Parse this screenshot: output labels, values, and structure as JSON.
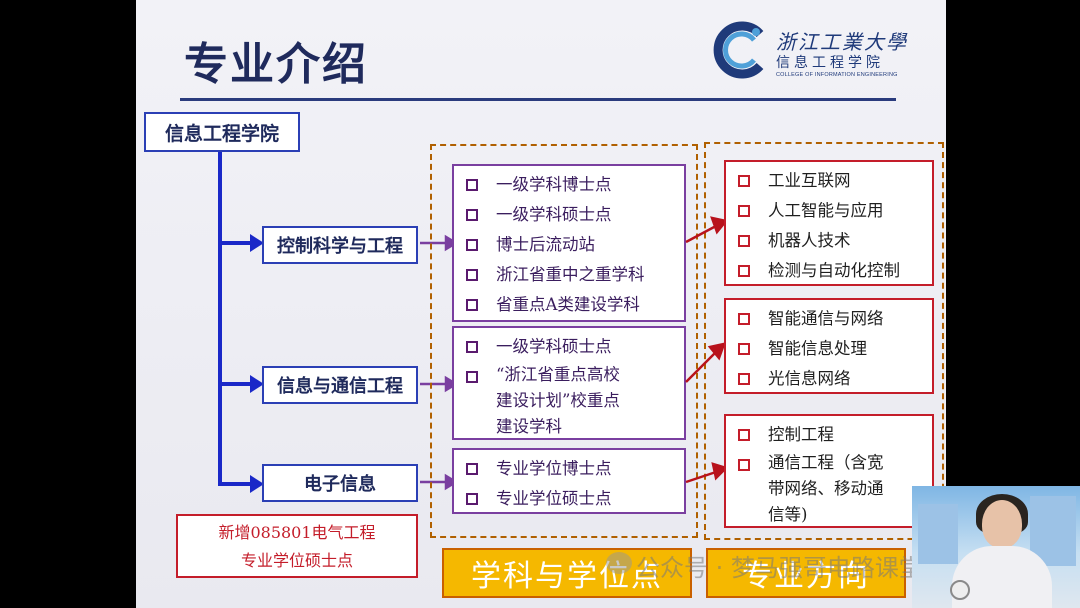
{
  "slide": {
    "title": "专业介绍",
    "logo": {
      "name_cn": "浙江工業大學",
      "college_cn": "信息工程学院",
      "college_en": "COLLEGE OF INFORMATION ENGINEERING"
    },
    "root": "信息工程学院",
    "categories": [
      {
        "name": "控制科学与工程",
        "features": [
          "一级学科博士点",
          "一级学科硕士点",
          "博士后流动站",
          "浙江省重中之重学科",
          "省重点A类建设学科"
        ],
        "directions": [
          "工业互联网",
          "人工智能与应用",
          "机器人技术",
          "检测与自动化控制"
        ]
      },
      {
        "name": "信息与通信工程",
        "features": [
          "一级学科硕士点",
          "“浙江省重点高校\n建设计划”校重点\n建设学科"
        ],
        "directions": [
          "智能通信与网络",
          "智能信息处理",
          "光信息网络"
        ]
      },
      {
        "name": "电子信息",
        "features": [
          "专业学位博士点",
          "专业学位硕士点"
        ],
        "directions": [
          "控制工程",
          "通信工程（含宽\n带网络、移动通\n信等)"
        ]
      }
    ],
    "note": [
      "新增085801电气工程",
      "专业学位硕士点"
    ],
    "tag_left": "学科与学位点",
    "tag_right": "专业方向",
    "watermark": "公众号 · 梦马强哥电路课堂",
    "colors": {
      "title": "#1f2a5c",
      "connector": "#1a28c8",
      "dashed_border": "#b06000",
      "feature_border": "#7a3fa0",
      "direction_border": "#c41d2a",
      "tag_fill": "#f5b800"
    }
  }
}
